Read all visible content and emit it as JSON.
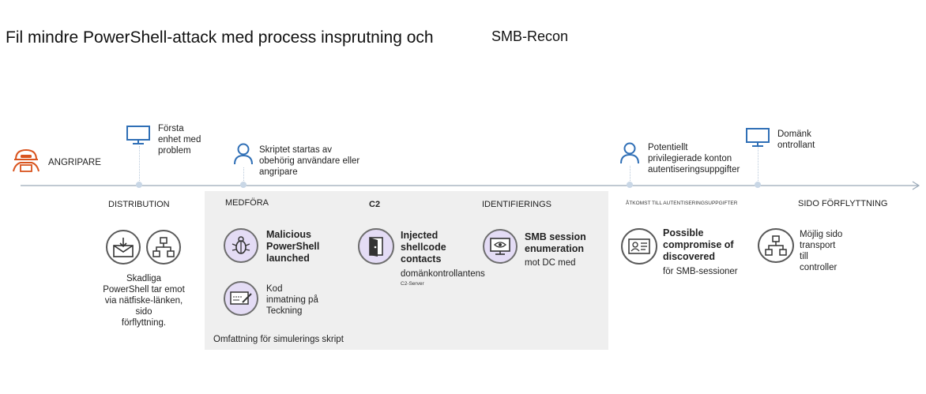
{
  "title": {
    "main": "Fil mindre PowerShell-attack med process insprutning och",
    "sub": "SMB-Recon"
  },
  "timeline": {
    "attacker_label": "ANGRIPARE",
    "first_device": "Första\nenhet med\nproblem",
    "script_started": "Skriptet startas av\nobehörig användare eller\nangripare",
    "privileged_accounts": "Potentiellt\nprivilegierade konton\nautentiseringsuppgifter",
    "domain_controller": "Domänk\nontrollant"
  },
  "phases": {
    "distribution": "DISTRIBUTION",
    "execution": "MEDFÖRA",
    "c2": "C2",
    "discovery": "IDENTIFIERINGS",
    "credential_access": "ÅTKOMST TILL AUTENTISERINGSUPPGIFTER",
    "lateral_movement": "SIDO FÖRFLYTTNING"
  },
  "distribution": {
    "text": "Skadliga\nPowerShell tar emot\nvia nätfiske-länken,\nsido\nförflyttning."
  },
  "execution": {
    "malicious": "Malicious\nPowerShell\nlaunched",
    "injection": "Kod\ninmatning på\nTeckning",
    "scope": "Omfattning för simulerings skript"
  },
  "c2": {
    "bold": "Injected\nshellcode\ncontacts",
    "normal": "domänkontrollantens",
    "tiny": "C2-Server"
  },
  "discovery": {
    "bold": "SMB session\nenumeration",
    "normal": "mot DC med"
  },
  "credential_access": {
    "bold": "Possible\ncompromise of\ndiscovered",
    "normal": "för SMB-sessioner"
  },
  "lateral_movement": {
    "text": "Möjlig sido\ntransport\ntill\ncontroller"
  },
  "colors": {
    "timeline": "#9aa9b8",
    "icon_blue": "#2f6fb6",
    "attacker_orange": "#d9541e",
    "panel": "#efefef",
    "purple_fill": "#e4dcf5"
  }
}
